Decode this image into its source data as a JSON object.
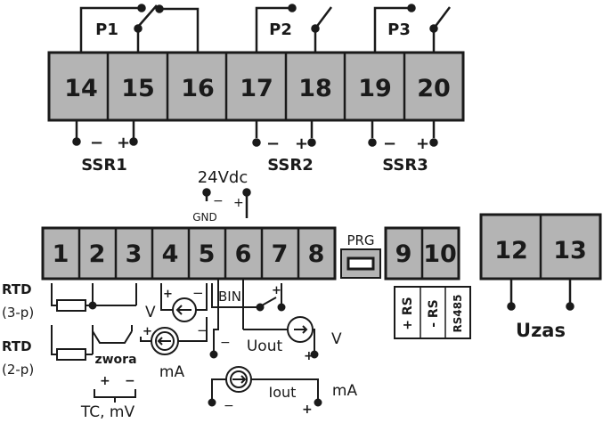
{
  "colors": {
    "terminal_fill": "#b4b4b4",
    "stroke": "#1a1a1a",
    "background": "#ffffff"
  },
  "top_block": {
    "terminals": [
      "14",
      "15",
      "16",
      "17",
      "18",
      "19",
      "20"
    ],
    "relays": [
      "P1",
      "P2",
      "P3"
    ],
    "ssr": [
      {
        "label": "SSR1",
        "minus": "−",
        "plus": "+"
      },
      {
        "label": "SSR2",
        "minus": "−",
        "plus": "+"
      },
      {
        "label": "SSR3",
        "minus": "−",
        "plus": "+"
      }
    ]
  },
  "supply": {
    "voltage": "24Vdc",
    "minus": "−",
    "plus": "+",
    "gnd": "GND"
  },
  "bottom_block": {
    "terminals": [
      "1",
      "2",
      "3",
      "4",
      "5",
      "6",
      "7",
      "8"
    ],
    "prg": "PRG",
    "rs_terminals": [
      "9",
      "10"
    ],
    "rs_labels": [
      "+ RS",
      "- RS",
      "RS485"
    ]
  },
  "power_block": {
    "terminals": [
      "12",
      "13"
    ],
    "label": "Uzas"
  },
  "inputs": {
    "rtd3_title": "RTD",
    "rtd3_sub": "(3-p)",
    "rtd2_title": "RTD",
    "rtd2_sub": "(2-p)",
    "jumper": "zwora",
    "tc_label": "TC, mV",
    "tc_plus": "+",
    "tc_minus": "−",
    "v_label": "V",
    "v_plus": "+",
    "v_minus": "−",
    "ma_label": "mA",
    "ma_plus": "+",
    "ma_minus": "−",
    "bin_label": "BIN",
    "bin_plus": "+"
  },
  "outputs": {
    "uout_label": "Uout",
    "uout_unit": "V",
    "uout_minus": "−",
    "uout_plus": "+",
    "iout_label": "Iout",
    "iout_unit": "mA",
    "iout_minus": "−",
    "iout_plus": "+"
  }
}
